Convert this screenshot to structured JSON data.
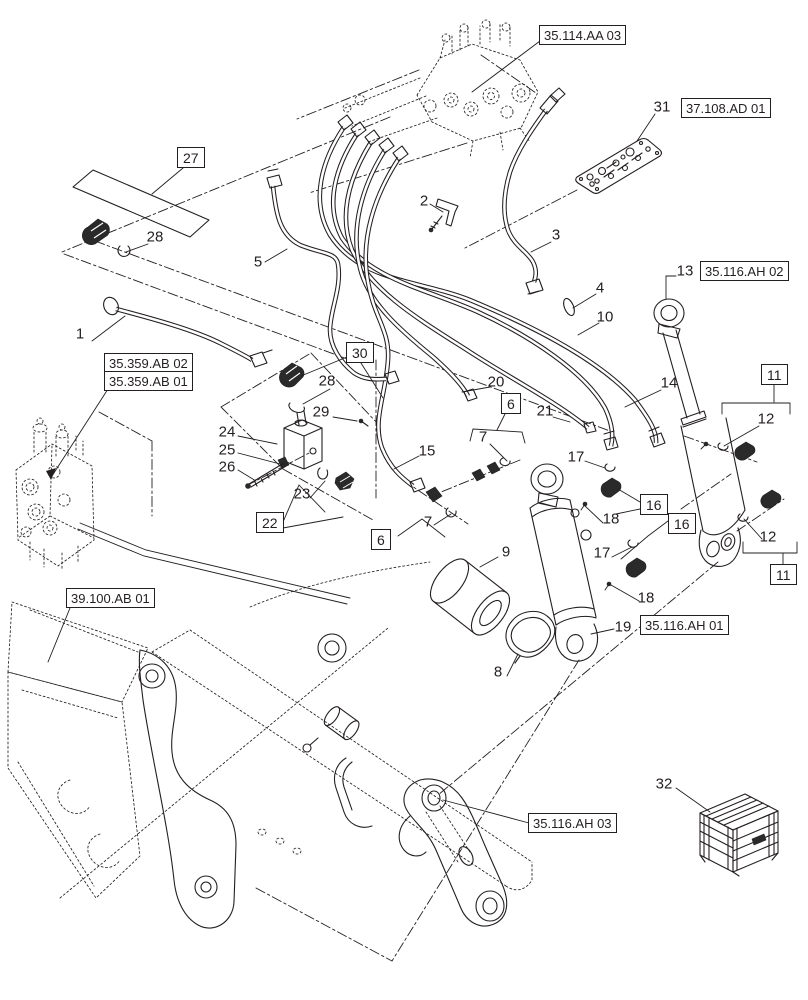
{
  "colors": {
    "ink": "#231f20",
    "background": "#ffffff"
  },
  "plain": {
    "i1": "1",
    "i2": "2",
    "i3": "3",
    "i4": "4",
    "i5": "5",
    "i7a": "7",
    "i7b": "7",
    "i8": "8",
    "i9": "9",
    "i10": "10",
    "i12a": "12",
    "i12b": "12",
    "i13": "13",
    "i14": "14",
    "i15": "15",
    "i17a": "17",
    "i17b": "17",
    "i18a": "18",
    "i18b": "18",
    "i19": "19",
    "i20": "20",
    "i21": "21",
    "i23": "23",
    "i24": "24",
    "i25": "25",
    "i26": "26",
    "i28a": "28",
    "i28b": "28",
    "i29": "29",
    "i31": "31",
    "i32": "32"
  },
  "boxed": {
    "b27": "27",
    "b30": "30",
    "b22": "22",
    "b6a": "6",
    "b6b": "6",
    "b11a": "11",
    "b11b": "11",
    "b16a": "16",
    "b16b": "16",
    "r35114aa03": "35.114.AA 03",
    "r37108ad01": "37.108.AD 01",
    "r35359ab02": "35.359.AB 02",
    "r35359ab01": "35.359.AB 01",
    "r35116ah02": "35.116.AH 02",
    "r35116ah01": "35.116.AH 01",
    "r35116ah03": "35.116.AH 03",
    "r39100ab01": "39.100.AB 01"
  }
}
